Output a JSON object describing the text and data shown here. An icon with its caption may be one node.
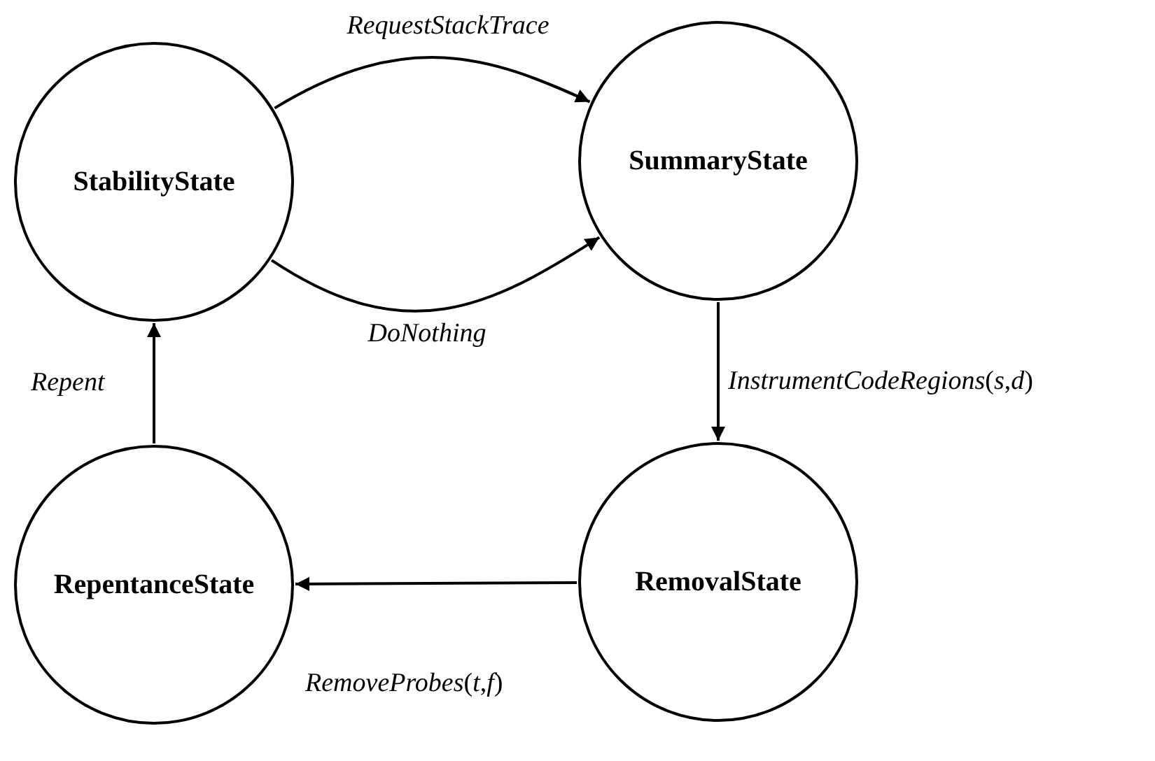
{
  "diagram": {
    "nodes": [
      {
        "text": [
          "StabilityState"
        ]
      },
      {
        "text": [
          "SummaryState"
        ]
      },
      {
        "text": [
          "RemovalState"
        ]
      },
      {
        "text": [
          "RepentanceState"
        ]
      }
    ],
    "edges": [
      {
        "from": 0,
        "to": 1,
        "arrow": "to",
        "label": "*RequestStackTrace*"
      },
      {
        "from": 0,
        "to": 1,
        "arrow": "to",
        "label": "*DoNothing*"
      },
      {
        "from": 1,
        "to": 2,
        "arrow": "to",
        "label": "*InstrumentCodeRegions*(*s*,*d*)"
      },
      {
        "from": 2,
        "to": 3,
        "arrow": "to",
        "label": "*RemoveProbes*(*t*,*f*)"
      },
      {
        "from": 3,
        "to": 0,
        "arrow": "to",
        "label": "*Repent*"
      }
    ]
  }
}
